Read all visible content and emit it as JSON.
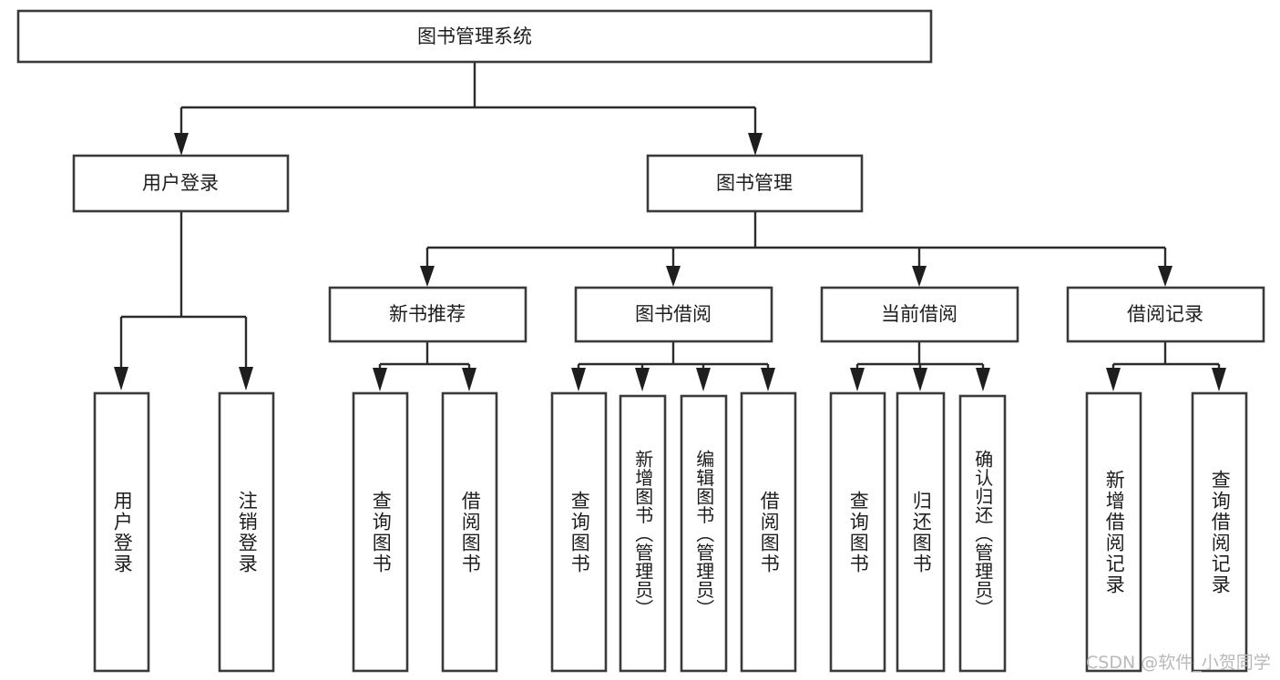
{
  "diagram": {
    "type": "tree",
    "title": "图书管理系统",
    "watermark": "CSDN @软件_小贺同学",
    "colors": {
      "box_stroke": "#3a3a3a",
      "connector": "#2b2b2b",
      "text": "#1d1d1d",
      "background": "#ffffff",
      "watermark": "#b9b9b9"
    },
    "root": {
      "label": "图书管理系统"
    },
    "level2": [
      {
        "label": "用户登录"
      },
      {
        "label": "图书管理"
      }
    ],
    "level3": [
      {
        "label": "新书推荐"
      },
      {
        "label": "图书借阅"
      },
      {
        "label": "当前借阅"
      },
      {
        "label": "借阅记录"
      }
    ],
    "leaves": {
      "user_login": [
        {
          "label": "用户登录"
        },
        {
          "label": "注销登录"
        }
      ],
      "new_book_recommend": [
        {
          "label": "查询图书"
        },
        {
          "label": "借阅图书"
        }
      ],
      "book_borrow": [
        {
          "label": "查询图书"
        },
        {
          "label": "新增图书（管理员）"
        },
        {
          "label": "编辑图书（管理员）"
        },
        {
          "label": "借阅图书"
        }
      ],
      "current_borrow": [
        {
          "label": "查询图书"
        },
        {
          "label": "归还图书"
        },
        {
          "label": "确认归还（管理员）"
        }
      ],
      "borrow_record": [
        {
          "label": "新增借阅记录"
        },
        {
          "label": "查询借阅记录"
        }
      ]
    }
  }
}
